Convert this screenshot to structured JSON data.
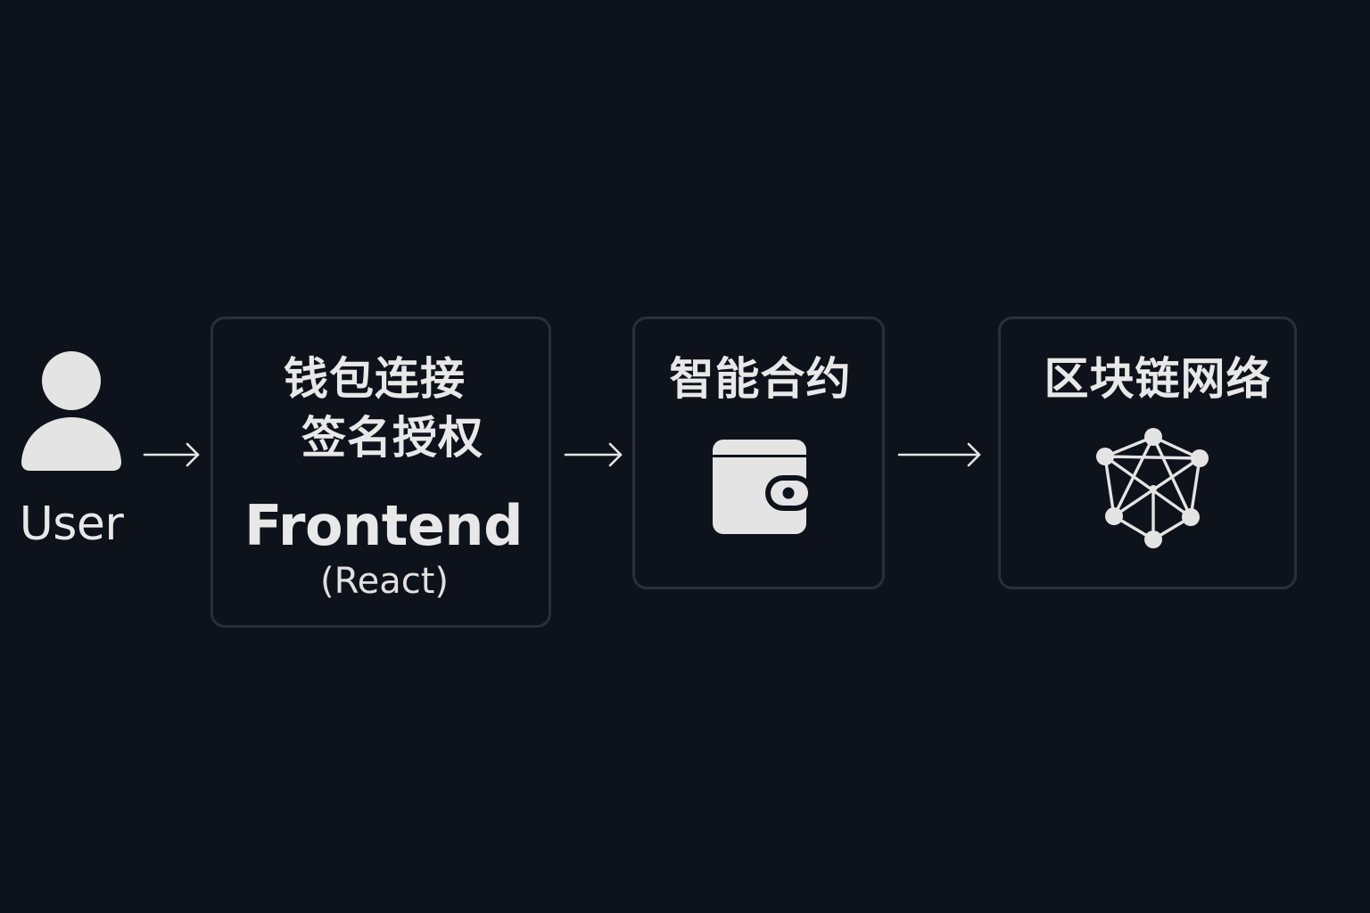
{
  "user": {
    "label": "User",
    "icon": "user-icon"
  },
  "frontend": {
    "line1": "钱包连接",
    "line2": "签名授权",
    "title": "Frontend",
    "subtitle": "(React)"
  },
  "contract": {
    "title": "智能合约",
    "icon": "wallet-icon"
  },
  "chain": {
    "title": "区块链网络",
    "icon": "network-icon"
  },
  "colors": {
    "background": "#0e121a",
    "box_border": "#2b2f37",
    "foreground": "#e6e6e6"
  }
}
